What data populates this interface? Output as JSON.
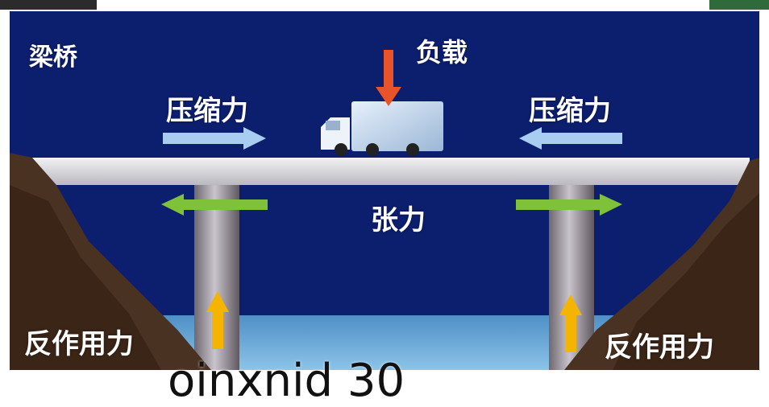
{
  "diagram": {
    "title": "梁桥",
    "labels": {
      "load": "负载",
      "compression_left": "压缩力",
      "compression_right": "压缩力",
      "tension": "张力",
      "reaction_left": "反作用力",
      "reaction_right": "反作用力"
    },
    "bottom_fragment": "oinxnid 30"
  },
  "colors": {
    "sky": "#0c1e6e",
    "water": "#5fa6d6",
    "deck": "#d8d8dc",
    "compression_arrow": "#a9cdf0",
    "tension_arrow": "#7fc23a",
    "load_arrow": "#e8532a",
    "reaction_arrow": "#f4b400",
    "rock": "#4a3222"
  }
}
